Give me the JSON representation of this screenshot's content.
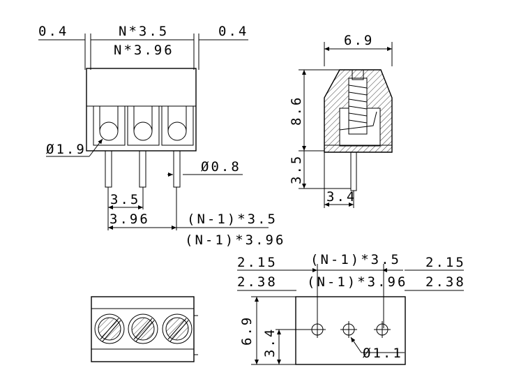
{
  "front_view": {
    "dim_left_margin": "0.4",
    "dim_right_margin": "0.4",
    "dim_width_35": "N*3.5",
    "dim_width_396": "N*3.96",
    "dim_pin_hole": "Ø1.9",
    "dim_pin_dia": "Ø0.8",
    "dim_pitch_35": "3.5",
    "dim_pitch_396": "3.96",
    "dim_span_35": "(N-1)*3.5",
    "dim_span_396": "(N-1)*3.96"
  },
  "side_view": {
    "dim_width": "6.9",
    "dim_height": "8.6",
    "dim_pin_length": "3.5",
    "dim_pin_offset": "3.4"
  },
  "footprint": {
    "dim_edge_215_left": "2.15",
    "dim_edge_238_left": "2.38",
    "dim_span_35": "(N-1)*3.5",
    "dim_span_396": "(N-1)*3.96",
    "dim_edge_215_right": "2.15",
    "dim_edge_238_right": "2.38",
    "dim_height": "6.9",
    "dim_hole_offset": "3.4",
    "dim_hole_dia": "Ø1.1"
  },
  "colors": {
    "line": "#000000",
    "background": "#ffffff"
  }
}
